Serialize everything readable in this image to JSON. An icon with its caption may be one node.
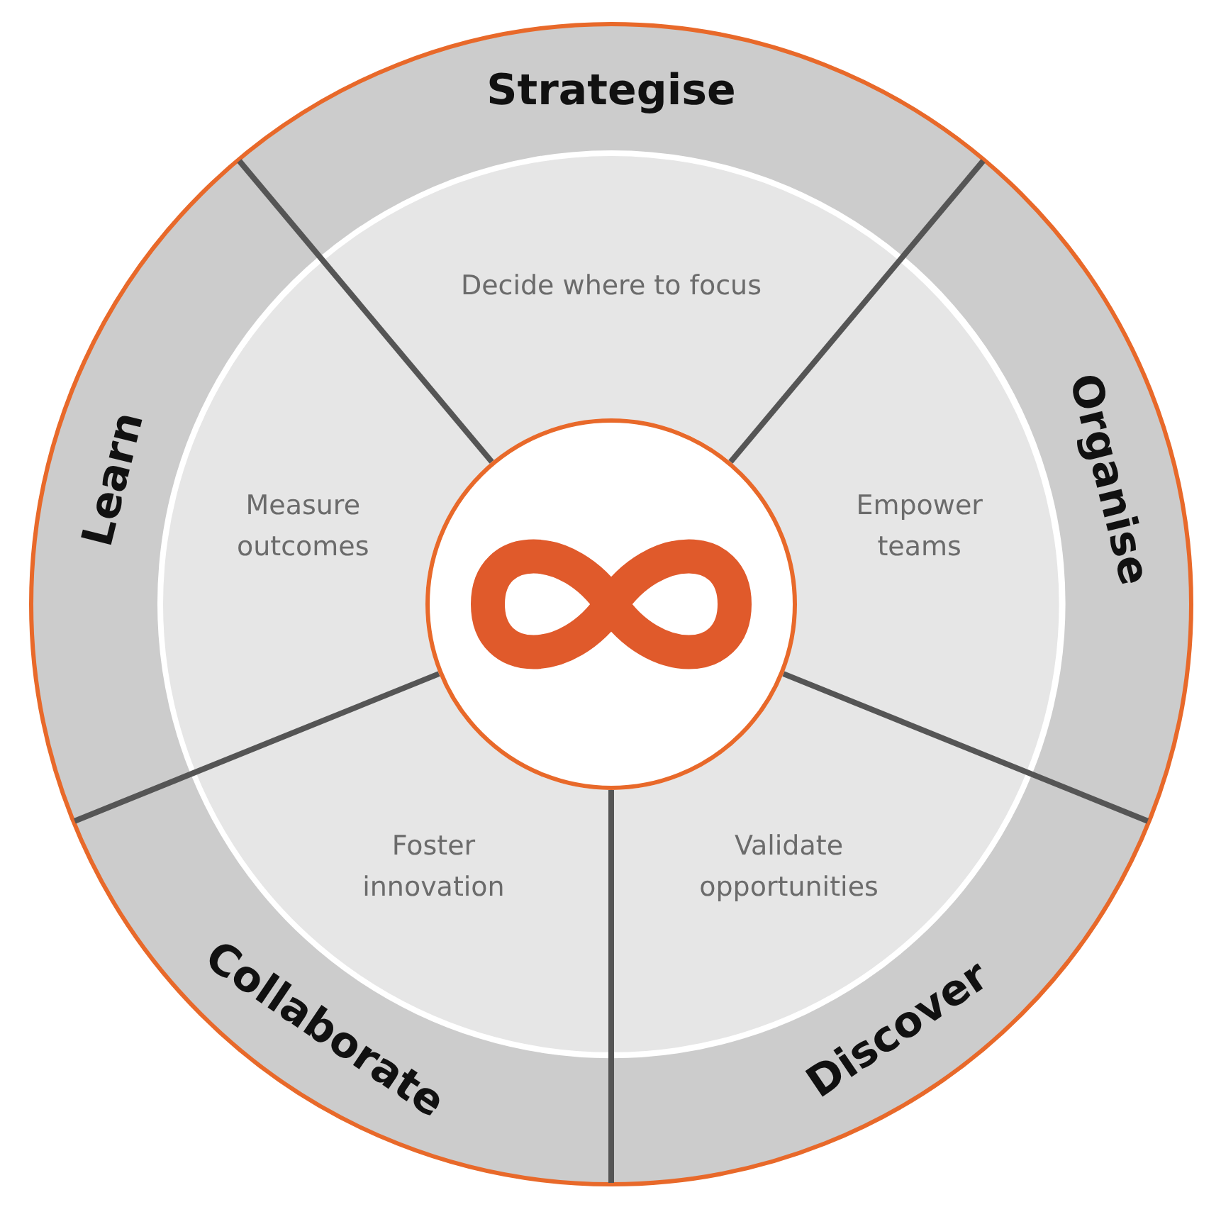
{
  "diagram": {
    "nodes": [
      {
        "text": [
          "Strategise"
        ]
      },
      {
        "text": [
          "Organise"
        ]
      },
      {
        "text": [
          "Discover"
        ]
      },
      {
        "text": [
          "Collaborate"
        ]
      },
      {
        "text": [
          "Learn"
        ]
      },
      {
        "text": [
          "Decide where to focus"
        ]
      },
      {
        "text": [
          "Empower teams"
        ]
      },
      {
        "text": [
          "Validate opportunities"
        ]
      },
      {
        "text": [
          "Foster innovation"
        ]
      },
      {
        "text": [
          "Measure outcomes"
        ]
      },
      {
        "text": [],
        "shape": "circle"
      }
    ]
  }
}
